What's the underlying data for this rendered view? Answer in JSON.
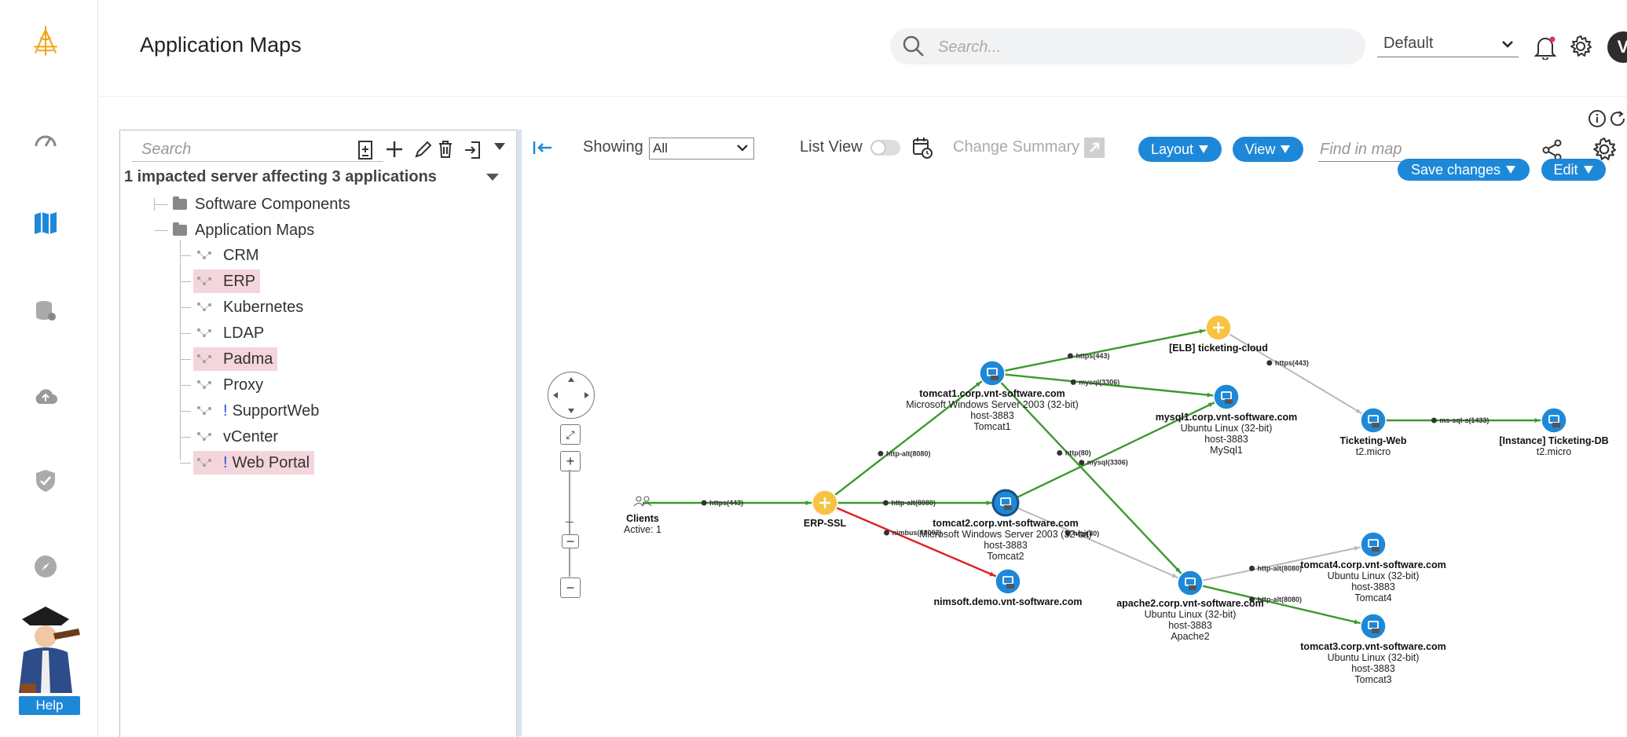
{
  "header": {
    "title": "Application Maps",
    "search_placeholder": "Search...",
    "profile": "Default",
    "avatar_initial": "V"
  },
  "tree": {
    "search_placeholder": "Search",
    "impact_summary": "1 impacted server affecting 3 applications",
    "folders": [
      "Software Components",
      "Application Maps"
    ],
    "maps": [
      {
        "label": "CRM",
        "impacted": false,
        "excl": ""
      },
      {
        "label": "ERP",
        "impacted": true,
        "excl": ""
      },
      {
        "label": "Kubernetes",
        "impacted": false,
        "excl": ""
      },
      {
        "label": "LDAP",
        "impacted": false,
        "excl": ""
      },
      {
        "label": "Padma",
        "impacted": true,
        "excl": ""
      },
      {
        "label": "Proxy",
        "impacted": false,
        "excl": ""
      },
      {
        "label": "SupportWeb",
        "impacted": false,
        "excl": "!"
      },
      {
        "label": "vCenter",
        "impacted": false,
        "excl": ""
      },
      {
        "label": "Web Portal",
        "impacted": true,
        "excl": "!"
      }
    ]
  },
  "map_toolbar": {
    "showing_label": "Showing",
    "showing_value": "All",
    "list_view_label": "List View",
    "change_summary_label": "Change Summary",
    "layout_label": "Layout",
    "view_label": "View",
    "find_placeholder": "Find in map",
    "save_changes_label": "Save changes",
    "edit_label": "Edit"
  },
  "graph": {
    "nodes": [
      {
        "id": "clients",
        "lines": [
          "Clients",
          "Active: 1"
        ]
      },
      {
        "id": "erp-ssl",
        "lines": [
          "ERP-SSL"
        ]
      },
      {
        "id": "tomcat1",
        "lines": [
          "tomcat1.corp.vnt-software.com",
          "Microsoft Windows Server 2003 (32-bit)",
          "host-3883",
          "Tomcat1"
        ]
      },
      {
        "id": "tomcat2",
        "lines": [
          "tomcat2.corp.vnt-software.com",
          "Microsoft Windows Server 2003 (32-bit)",
          "host-3883",
          "Tomcat2"
        ]
      },
      {
        "id": "nimsoft",
        "lines": [
          "nimsoft.demo.vnt-software.com"
        ]
      },
      {
        "id": "elb",
        "lines": [
          "[ELB] ticketing-cloud"
        ]
      },
      {
        "id": "mysql1",
        "lines": [
          "mysql1.corp.vnt-software.com",
          "Ubuntu Linux (32-bit)",
          "host-3883",
          "MySql1"
        ]
      },
      {
        "id": "apache2",
        "lines": [
          "apache2.corp.vnt-software.com",
          "Ubuntu Linux (32-bit)",
          "host-3883",
          "Apache2"
        ]
      },
      {
        "id": "ticketing-web",
        "lines": [
          "Ticketing-Web",
          "t2.micro"
        ]
      },
      {
        "id": "ticketing-db",
        "lines": [
          "[Instance] Ticketing-DB",
          "t2.micro"
        ]
      },
      {
        "id": "tomcat4",
        "lines": [
          "tomcat4.corp.vnt-software.com",
          "Ubuntu Linux (32-bit)",
          "host-3883",
          "Tomcat4"
        ]
      },
      {
        "id": "tomcat3",
        "lines": [
          "tomcat3.corp.vnt-software.com",
          "Ubuntu Linux (32-bit)",
          "host-3883",
          "Tomcat3"
        ]
      }
    ],
    "edges": [
      {
        "from": "clients",
        "to": "erp-ssl",
        "label": "https(443)",
        "status": "ok"
      },
      {
        "from": "erp-ssl",
        "to": "tomcat1",
        "label": "http-alt(8080)",
        "status": "ok"
      },
      {
        "from": "erp-ssl",
        "to": "tomcat2",
        "label": "http-alt(8080)",
        "status": "ok"
      },
      {
        "from": "erp-ssl",
        "to": "nimsoft",
        "label": "nimbus(48002)",
        "status": "critical"
      },
      {
        "from": "tomcat1",
        "to": "elb",
        "label": "https(443)",
        "status": "ok"
      },
      {
        "from": "tomcat1",
        "to": "mysql1",
        "label": "mysql(3306)",
        "status": "ok"
      },
      {
        "from": "tomcat1",
        "to": "apache2",
        "label": "http(80)",
        "status": "ok"
      },
      {
        "from": "tomcat2",
        "to": "mysql1",
        "label": "mysql(3306)",
        "status": "ok"
      },
      {
        "from": "tomcat2",
        "to": "apache2",
        "label": "http(80)",
        "status": "unknown"
      },
      {
        "from": "elb",
        "to": "ticketing-web",
        "label": "https(443)",
        "status": "unknown"
      },
      {
        "from": "ticketing-web",
        "to": "ticketing-db",
        "label": "ms-sql-s(1433)",
        "status": "ok"
      },
      {
        "from": "apache2",
        "to": "tomcat4",
        "label": "http-alt(8080)",
        "status": "unknown"
      },
      {
        "from": "apache2",
        "to": "tomcat3",
        "label": "http-alt(8080)",
        "status": "ok"
      }
    ]
  },
  "help": {
    "label": "Help"
  },
  "colors": {
    "accent": "#1e88d8",
    "ok_edge": "#3b9a2c",
    "critical_edge": "#e02020",
    "unknown_edge": "#b8b8b8",
    "warning_node": "#f6c343",
    "impacted_bg": "#f4d5dc"
  }
}
